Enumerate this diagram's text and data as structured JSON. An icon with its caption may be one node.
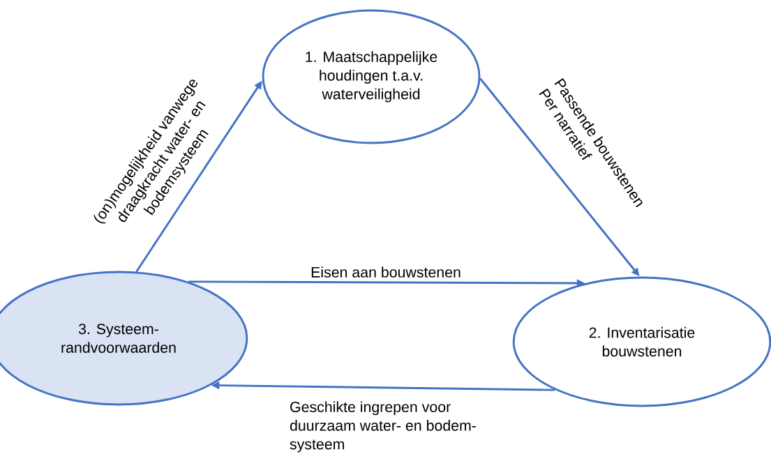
{
  "diagram": {
    "nodes": [
      {
        "text": [
          "1. Maatschappelijke houdingen t.a.v. waterveiligheid"
        ]
      },
      {
        "text": [
          "2. Inventarisatie bouwstenen"
        ]
      },
      {
        "text": [
          "3. Systeem- randvoorwaarden"
        ]
      }
    ],
    "edges": [
      {
        "from": 2,
        "to": 0,
        "arrow": "to",
        "label": "(on)mogelijkheid vanwege draagkracht water- en bodemsysteem"
      },
      {
        "from": 0,
        "to": 1,
        "arrow": "to",
        "label": "Passende bouwstenen Per narratief"
      },
      {
        "from": 2,
        "to": 1,
        "arrow": "to",
        "label": "Eisen aan bouwstenen"
      },
      {
        "from": 1,
        "to": 2,
        "arrow": "to",
        "label": "Geschikte ingrepen voor duurzaam water- en bodem- systeem"
      }
    ]
  }
}
